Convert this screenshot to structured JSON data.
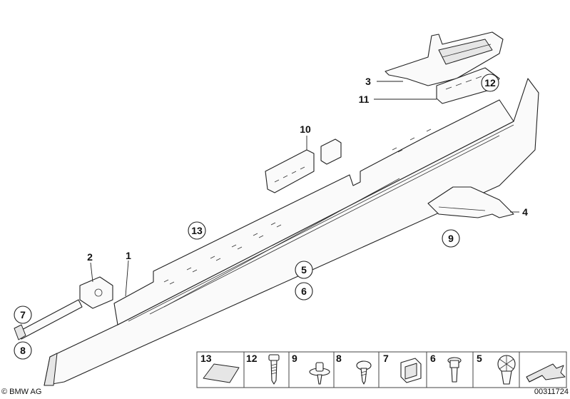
{
  "callouts": {
    "c1": "1",
    "c2": "2",
    "c3": "3",
    "c4": "4",
    "c5": "5",
    "c6": "6",
    "c7": "7",
    "c8": "8",
    "c9": "9",
    "c10": "10",
    "c11": "11",
    "c12": "12",
    "c13": "13"
  },
  "legend": {
    "items": [
      "13",
      "12",
      "9",
      "8",
      "7",
      "6",
      "5"
    ]
  },
  "footer": {
    "copyright": "© BMW AG",
    "diagram_number": "00311724"
  }
}
